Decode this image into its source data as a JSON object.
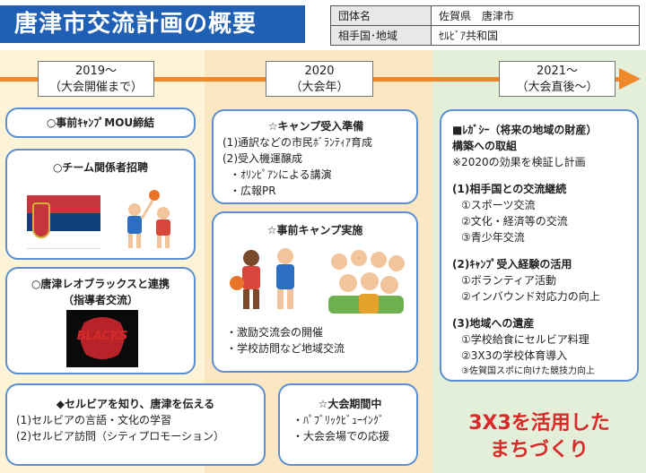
{
  "header": {
    "title": "唐津市交流計画の概要",
    "info": [
      {
        "label": "団体名",
        "value": "佐賀県　唐津市"
      },
      {
        "label": "相手国･地域",
        "value": "ｾﾙﾋﾞｱ共和国"
      }
    ]
  },
  "timeline": [
    {
      "year": "2019～",
      "sub": "（大会開催まで）"
    },
    {
      "year": "2020",
      "sub": "（大会年）"
    },
    {
      "year": "2021～",
      "sub": "（大会直後～）"
    }
  ],
  "boxes": {
    "mou": {
      "title": "○事前ｷｬﾝﾌﾟMOU締結"
    },
    "team": {
      "title": "○チーム関係者招聘"
    },
    "leo": {
      "title_line1": "○唐津レオブラックスと連携",
      "title_line2": "（指導者交流）",
      "logo_text": "BLACKS"
    },
    "serbia": {
      "title": "◆セルビアを知り、唐津を伝える",
      "items": [
        "(1)セルビアの言語・文化の学習",
        "(2)セルビア訪問（シティプロモーション）"
      ]
    },
    "camp": {
      "title": "☆キャンプ受入準備",
      "items": [
        "(1)通訳などの市民ﾎﾞﾗﾝﾃｨｱ育成",
        "(2)受入機運醸成",
        "・ｵﾘﾝﾋﾟｱﾝによる講演",
        "・広報PR"
      ]
    },
    "prep": {
      "title": "☆事前キャンプ実施",
      "items": [
        "・激励交流会の開催",
        "・学校訪問など地域交流"
      ]
    },
    "event": {
      "title": "☆大会期間中",
      "items": [
        "・ﾊﾟﾌﾞﾘｯｸﾋﾞｭｰｲﾝｸﾞ",
        "・大会会場での応援"
      ]
    },
    "legacy": {
      "head1": "■ﾚｶﾞｼｰ（将来の地域の財産）",
      "head2": "構築への取組",
      "note": "※2020の効果を検証し計画",
      "groups": [
        {
          "title": "(1)相手国との交流継続",
          "items": [
            "①スポーツ交流",
            "②文化・経済等の交流",
            "③青少年交流"
          ]
        },
        {
          "title": "(2)ｷｬﾝﾌﾟ受入経験の活用",
          "items": [
            "①ボランティア活動",
            "②インバウンド対応力の向上"
          ]
        },
        {
          "title": "(3)地域への遺産",
          "items": [
            "①学校給食にセルビア料理",
            "②3X3の学校体育導入",
            "③佐賀国スポに向けた競技力向上"
          ]
        }
      ]
    }
  },
  "slogan": {
    "line1": "3X3を活用した",
    "line2": "まちづくり"
  },
  "colors": {
    "title_bar": "#1f5fb4",
    "arrow": "#f0882a",
    "box_border": "#5b8fd0",
    "slogan": "#d92a2a"
  }
}
